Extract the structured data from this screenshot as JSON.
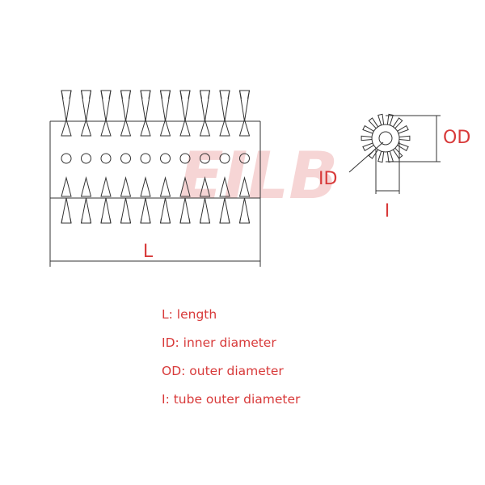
{
  "labels": {
    "length_symbol": "L",
    "id_symbol": "ID",
    "od_symbol": "OD",
    "tube_symbol": "I"
  },
  "watermark": "EILB",
  "legend": [
    "L: length",
    "ID: inner diameter",
    "OD: outer diameter",
    "I: tube outer diameter"
  ],
  "colors": {
    "line": "#333333",
    "label": "#d83a3a",
    "watermark": "#f6d5d5"
  },
  "brush": {
    "tufts_per_row": 10
  }
}
